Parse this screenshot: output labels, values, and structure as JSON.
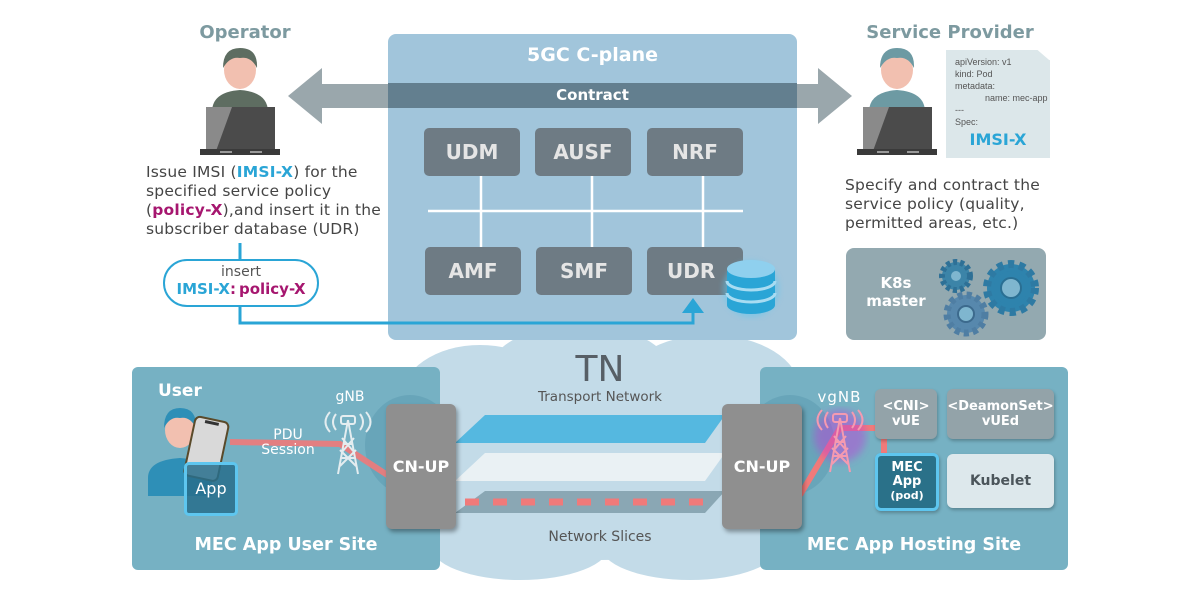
{
  "operator": {
    "title": "Operator",
    "desc_line1_pre": "Issue IMSI (",
    "desc_line1_hl": "IMSI-X",
    "desc_line1_post": ") for the",
    "desc_line2": "specified service policy",
    "desc_line3_pre": "(",
    "desc_line3_hl": "policy-X",
    "desc_line3_post": "),and insert it in the",
    "desc_line4": "subscriber database (UDR)",
    "insert_box": {
      "label": "insert",
      "imsi": "IMSI-X",
      "sep": ":",
      "policy": "policy-X"
    }
  },
  "service_provider": {
    "title": "Service Provider",
    "manifest": {
      "lines": [
        "apiVersion: v1",
        "kind: Pod",
        "metadata:",
        "name: mec-app",
        "---",
        "Spec:"
      ],
      "highlight": "IMSI-X"
    },
    "desc_lines": [
      "Specify and contract the",
      "service policy (quality,",
      "permitted areas, etc.)"
    ]
  },
  "cplane": {
    "title": "5GC C-plane",
    "contract_label": "Contract",
    "top_nfs": [
      "UDM",
      "AUSF",
      "NRF"
    ],
    "bottom_nfs": [
      "AMF",
      "SMF",
      "UDR"
    ]
  },
  "k8s_master": {
    "line1": "K8s",
    "line2": "master"
  },
  "tn": {
    "title": "TN",
    "subtitle": "Transport Network",
    "slices_label": "Network Slices"
  },
  "user_site": {
    "user_label": "User",
    "app_label": "App",
    "pdu_line1": "PDU",
    "pdu_line2": "Session",
    "gnb_label": "gNB",
    "cnup_label": "CN-UP",
    "site_label": "MEC App User Site"
  },
  "hosting_site": {
    "vgnb_label": "vgNB",
    "cnup_label": "CN-UP",
    "cni_line1": "<CNI>",
    "cni_line2": "vUE",
    "ds_line1": "<DeamonSet>",
    "ds_line2": "vUEd",
    "mec_line1": "MEC",
    "mec_line2": "App",
    "mec_line3": "(pod)",
    "kubelet_label": "Kubelet",
    "site_label": "MEC App Hosting Site"
  },
  "colors": {
    "accent_blue": "#2aa5d6",
    "accent_magenta": "#a6166f",
    "pdu_line": "#f07a7a",
    "cplane_bg": "#a1c5db",
    "site_bg": "#76b1c3"
  }
}
